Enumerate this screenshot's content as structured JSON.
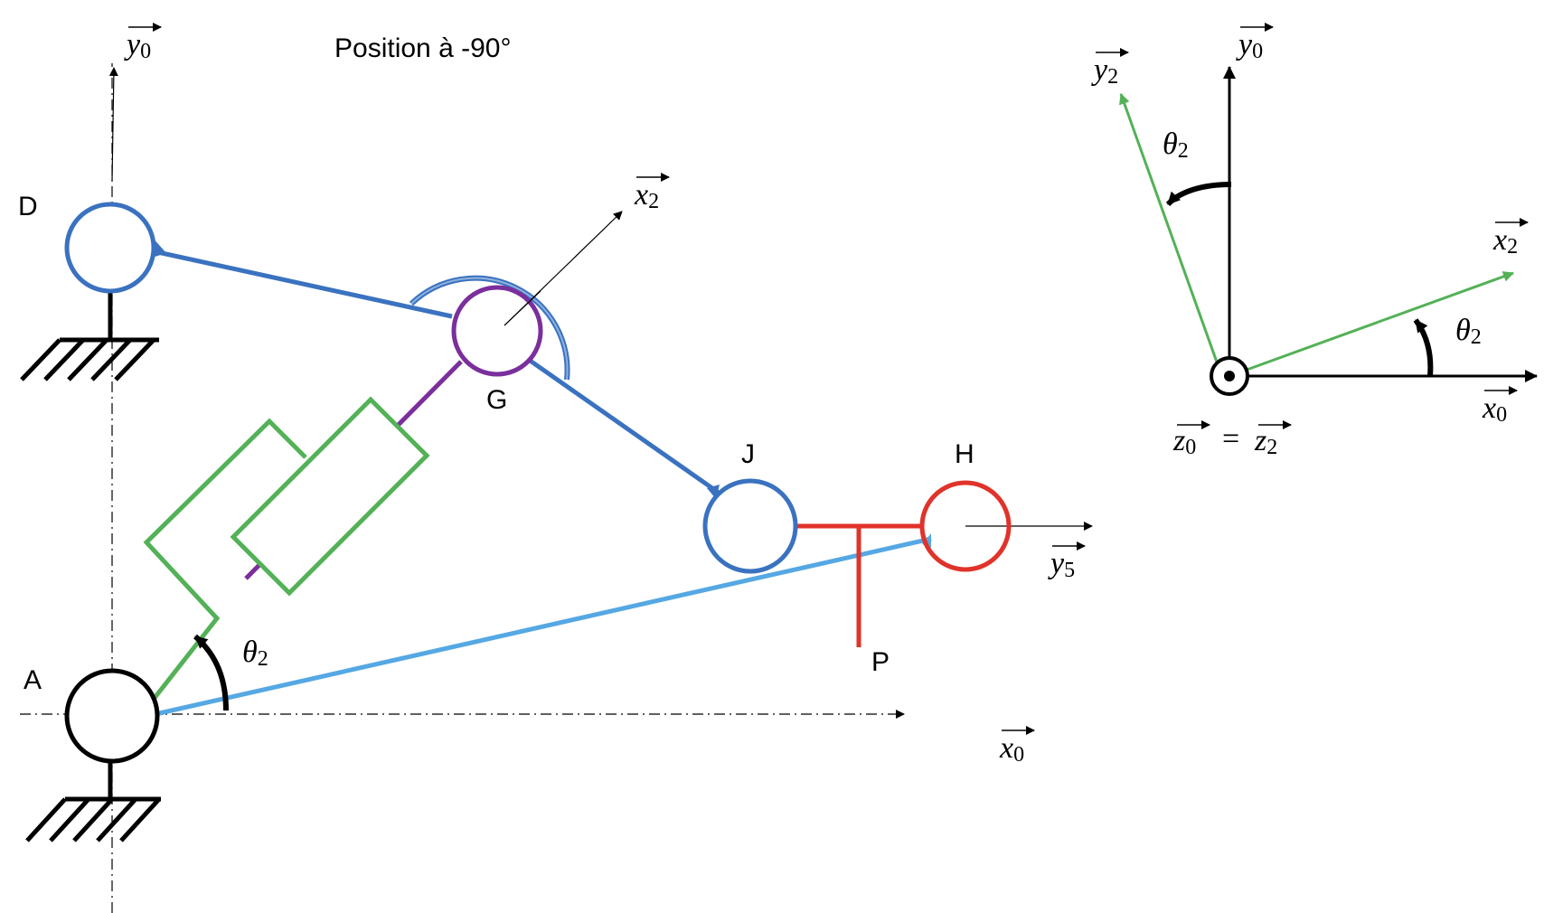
{
  "title": "Position à -90°",
  "colors": {
    "ground": "#000000",
    "link_dg": "#3a72c0",
    "joint_g": "#7a2f9c",
    "cylinder": "#53b157",
    "link_ah": "#55a8e3",
    "link_h": "#e0332a"
  },
  "points": {
    "D": "D",
    "G": "G",
    "J": "J",
    "H": "H",
    "P": "P",
    "A": "A"
  },
  "vectors": {
    "y0": {
      "base": "y",
      "sub": "0"
    },
    "x0": {
      "base": "x",
      "sub": "0"
    },
    "x2": {
      "base": "x",
      "sub": "2"
    },
    "y2": {
      "base": "y",
      "sub": "2"
    },
    "y5": {
      "base": "y",
      "sub": "5"
    },
    "z0": {
      "base": "z",
      "sub": "0"
    },
    "z2": {
      "base": "z",
      "sub": "2"
    }
  },
  "angle": {
    "base": "θ",
    "sub": "2"
  },
  "equals": "="
}
